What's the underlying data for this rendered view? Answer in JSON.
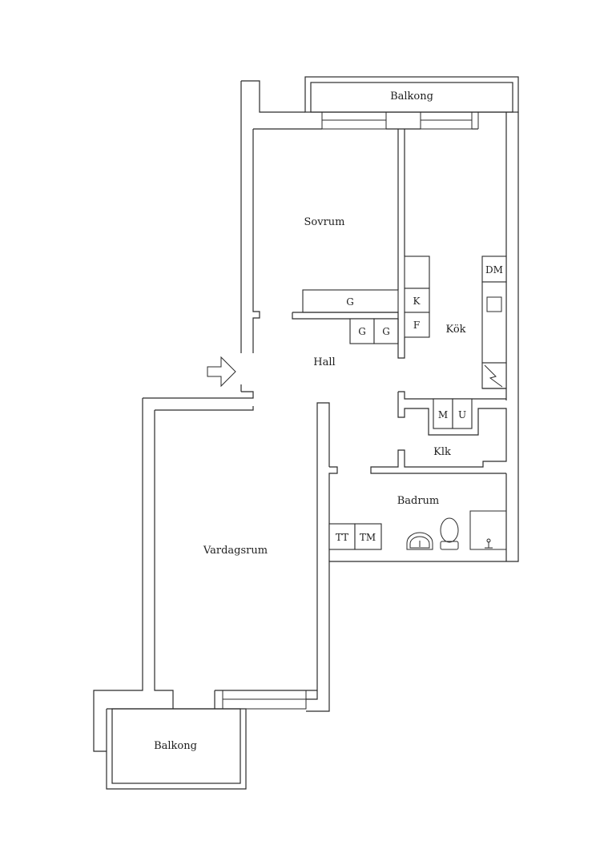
{
  "rooms": {
    "balcony_top": "Balkong",
    "bedroom": "Sovrum",
    "kitchen": "Kök",
    "hall": "Hall",
    "closet": "Klk",
    "bathroom": "Badrum",
    "living_room": "Vardagsrum",
    "balcony_bottom": "Balkong"
  },
  "fixtures": {
    "wardrobe_1": "G",
    "wardrobe_2": "G",
    "wardrobe_3": "G",
    "fridge": "K",
    "freezer": "F",
    "dishwasher": "DM",
    "microwave": "M",
    "oven": "U",
    "dryer": "TT",
    "washer": "TM"
  }
}
